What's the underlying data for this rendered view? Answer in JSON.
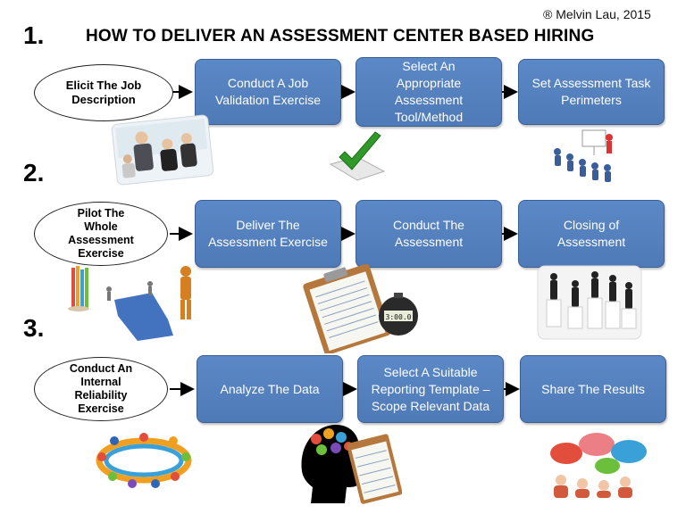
{
  "copyright": "® Melvin Lau, 2015",
  "title": "HOW TO DELIVER AN ASSESSMENT CENTER BASED HIRING",
  "rows": [
    {
      "number": "1.",
      "start_lines": [
        "Elicit The Job",
        "Description"
      ],
      "steps": [
        [
          "Conduct A Job",
          "Validation  Exercise"
        ],
        [
          "Select An",
          "Appropriate",
          "Assessment",
          "Tool/Method"
        ],
        [
          "Set Assessment Task",
          "Perimeters"
        ]
      ]
    },
    {
      "number": "2.",
      "start_lines": [
        "Pilot The",
        "Whole",
        "Assessment",
        "Exercise"
      ],
      "steps": [
        [
          "Deliver The",
          "Assessment Exercise"
        ],
        [
          "Conduct The",
          "Assessment"
        ],
        [
          "Closing of",
          "Assessment"
        ]
      ]
    },
    {
      "number": "3.",
      "start_lines": [
        "Conduct An",
        "Internal",
        "Reliability",
        "Exercise"
      ],
      "steps": [
        [
          "Analyze The Data"
        ],
        [
          "Select A Suitable",
          "Reporting Template –",
          "Scope Relevant Data"
        ],
        [
          "Share The Results"
        ]
      ]
    }
  ],
  "stopwatch_readout": "3:00.0"
}
